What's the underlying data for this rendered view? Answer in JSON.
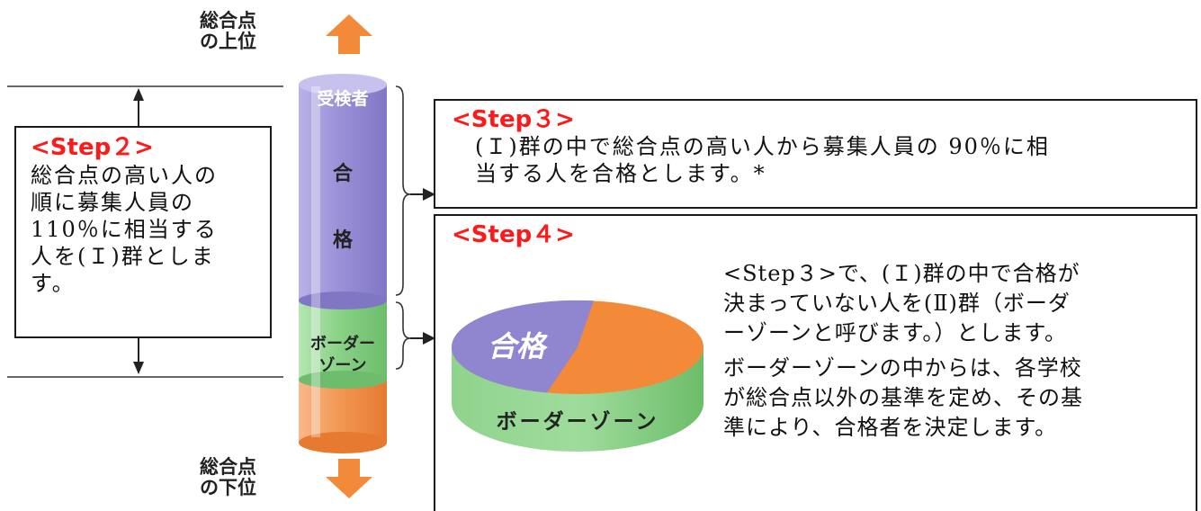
{
  "top_rank_label": [
    "総合点",
    "の上位"
  ],
  "bottom_rank_label": [
    "総合点",
    "の下位"
  ],
  "column": {
    "top_label": "受検者",
    "pass_label": [
      "合",
      "格"
    ],
    "border_label": [
      "ボーダー",
      "ゾーン"
    ]
  },
  "step2": {
    "title": "<Step２>",
    "lines": [
      "総合点の高い人の",
      "順に募集人員の",
      "110％に相当する",
      "人を(Ｉ)群としま",
      "す。"
    ]
  },
  "step3": {
    "title": "<Step３>",
    "lines": [
      "(Ｉ)群の中で総合点の高い人から募集人員の 90％に相",
      "当する人を合格とします。*"
    ]
  },
  "step4": {
    "title": "<Step４>",
    "lines": [
      "<Step３>で、(Ｉ)群の中で合格が",
      "決まっていない人を(Ⅱ)群（ボーダ",
      "ーゾーンと呼びます。）とします。",
      "ボーダーゾーンの中からは、各学校",
      "が総合点以外の基準を定め、その基",
      "準により、合格者を決定します。"
    ],
    "disc_pass_label": "合格",
    "disc_border_label": "ボーダーゾーン"
  },
  "colors": {
    "purple": "#8f86cf",
    "green": "#7fc97f",
    "orange": "#f28a3a",
    "red": "#ff1a1a"
  }
}
